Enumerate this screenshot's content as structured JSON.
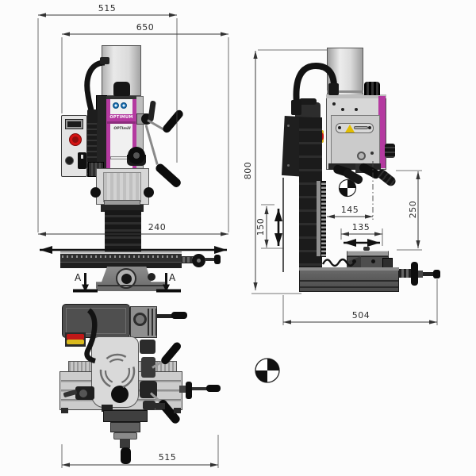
{
  "drawing_type": "machine-dimensional-drawing",
  "brand": {
    "name": "OPTIMUM",
    "model": "OPTImill"
  },
  "front_view": {
    "dim_width_top": "515",
    "dim_width": "650",
    "dim_travel": "240",
    "section_left": "A",
    "section_right": "A"
  },
  "side_view": {
    "dim_height": "800",
    "dim_z_travel": "150",
    "dim_throat": "145",
    "dim_y_travel": "135",
    "dim_clearance": "250",
    "dim_depth": "504"
  },
  "top_view": {
    "dim_width": "515"
  },
  "colors": {
    "brand_magenta": "#b43aa0",
    "estop_red": "#c41414",
    "warning_yellow": "#e2bd00",
    "safety_sign_blue": "#1a6fb0",
    "line_color": "#3a3a3a"
  }
}
